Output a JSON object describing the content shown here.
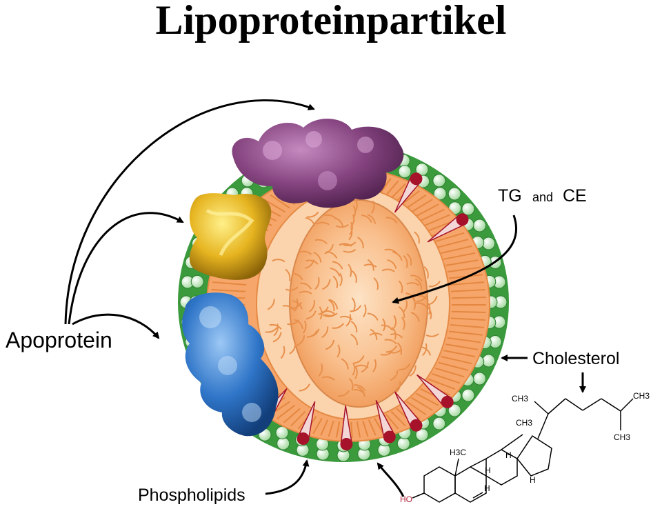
{
  "title": "Lipoproteinpartikel",
  "labels": {
    "apoprotein": "Apoprotein",
    "tg": "TG",
    "and": "and",
    "ce": "CE",
    "cholesterol": "Cholesterol",
    "phospholipids": "Phospholipids"
  },
  "molecule": {
    "ch3_top_left": "CH3",
    "ch3_top_right": "CH3",
    "ch3_right_low": "CH3",
    "ch3_ring_c": "CH3",
    "h3c_ring_a": "H3C",
    "h1": "H",
    "h2": "H",
    "h3": "H",
    "h4": "H",
    "ho": "HO"
  },
  "colors": {
    "shell_green": "#3a9a3c",
    "bead_light": "#c8ecc4",
    "core_orange": "#f6a66a",
    "core_light": "#fbd3ad",
    "purple": "#7e3f7c",
    "yellow": "#e3b321",
    "blue": "#2f75c8",
    "cholesterol_red": "#a5122a",
    "ho_red": "#b3203a"
  }
}
